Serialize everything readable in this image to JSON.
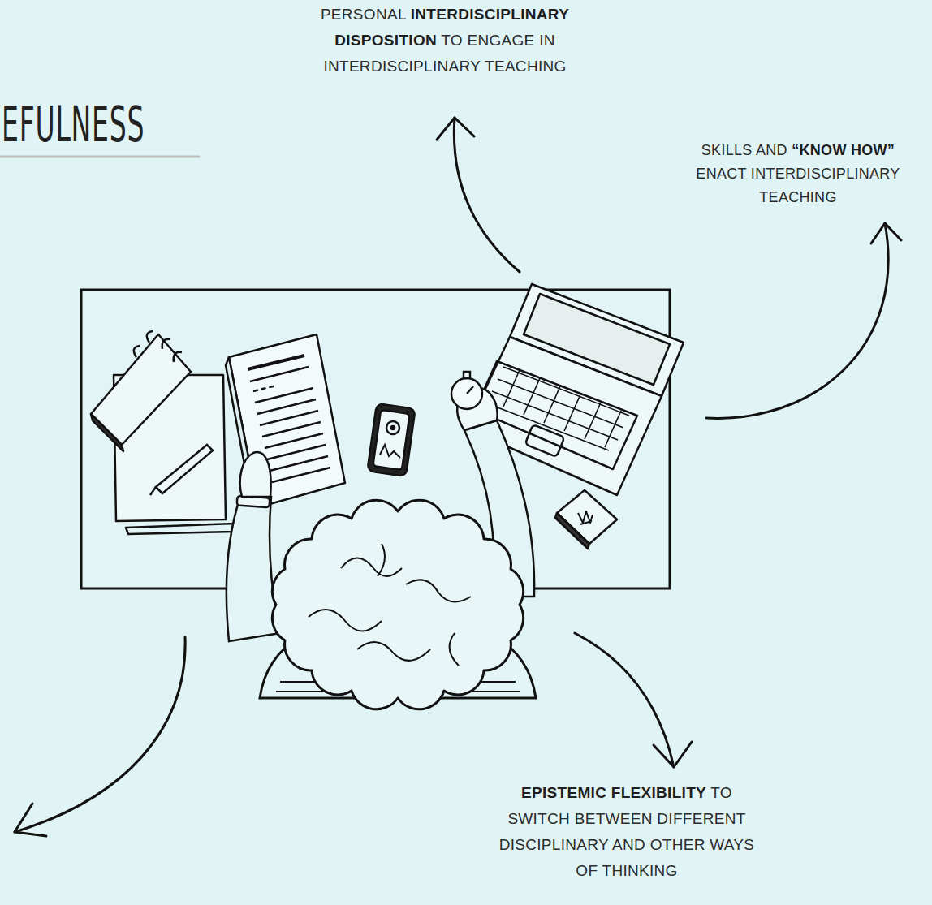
{
  "diagram": {
    "title": "EFULNESS",
    "labels": [
      "PERSONAL",
      "INTERDISCIPLINARY DISPOSITION",
      "TO ENGAGE IN INTERDISCIPLINARY TEACHING",
      "SKILLS AND",
      "“KNOW HOW”",
      "ENACT INTERDISCIPLINARY TEACHING",
      "EPISTEMIC FLEXIBILITY",
      "TO SWITCH BETWEEN DIFFERENT DISCIPLINARY AND OTHER WAYS OF THINKING"
    ]
  }
}
